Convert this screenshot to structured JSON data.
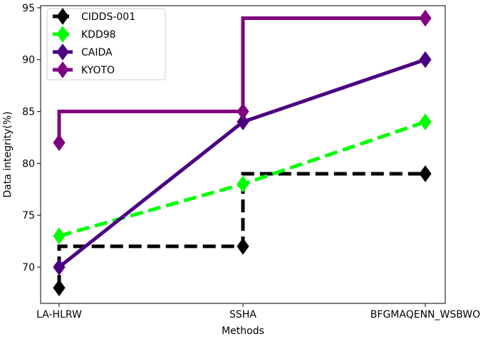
{
  "chart_data": {
    "type": "line",
    "title": "",
    "xlabel": "Methods",
    "ylabel": "Data integrity(%)",
    "categories": [
      "LA-HLRW",
      "SSHA",
      "BFGMAQENN_WSBWO"
    ],
    "ylim": [
      66.5,
      95.2
    ],
    "yticks": [
      70,
      75,
      80,
      85,
      90,
      95
    ],
    "grid": false,
    "legend_position": "top-left",
    "series": [
      {
        "name": "CIDDS-001",
        "values": [
          68,
          72,
          79
        ],
        "color": "#000000",
        "style": "dashed-step"
      },
      {
        "name": "KDD98",
        "values": [
          73,
          78,
          84
        ],
        "color": "#00ff00",
        "style": "dashed"
      },
      {
        "name": "CAIDA",
        "values": [
          70,
          84,
          90
        ],
        "color": "#4b0082",
        "style": "solid"
      },
      {
        "name": "KYOTO",
        "values": [
          82,
          85,
          94
        ],
        "color": "#800080",
        "style": "solid-step"
      }
    ]
  }
}
